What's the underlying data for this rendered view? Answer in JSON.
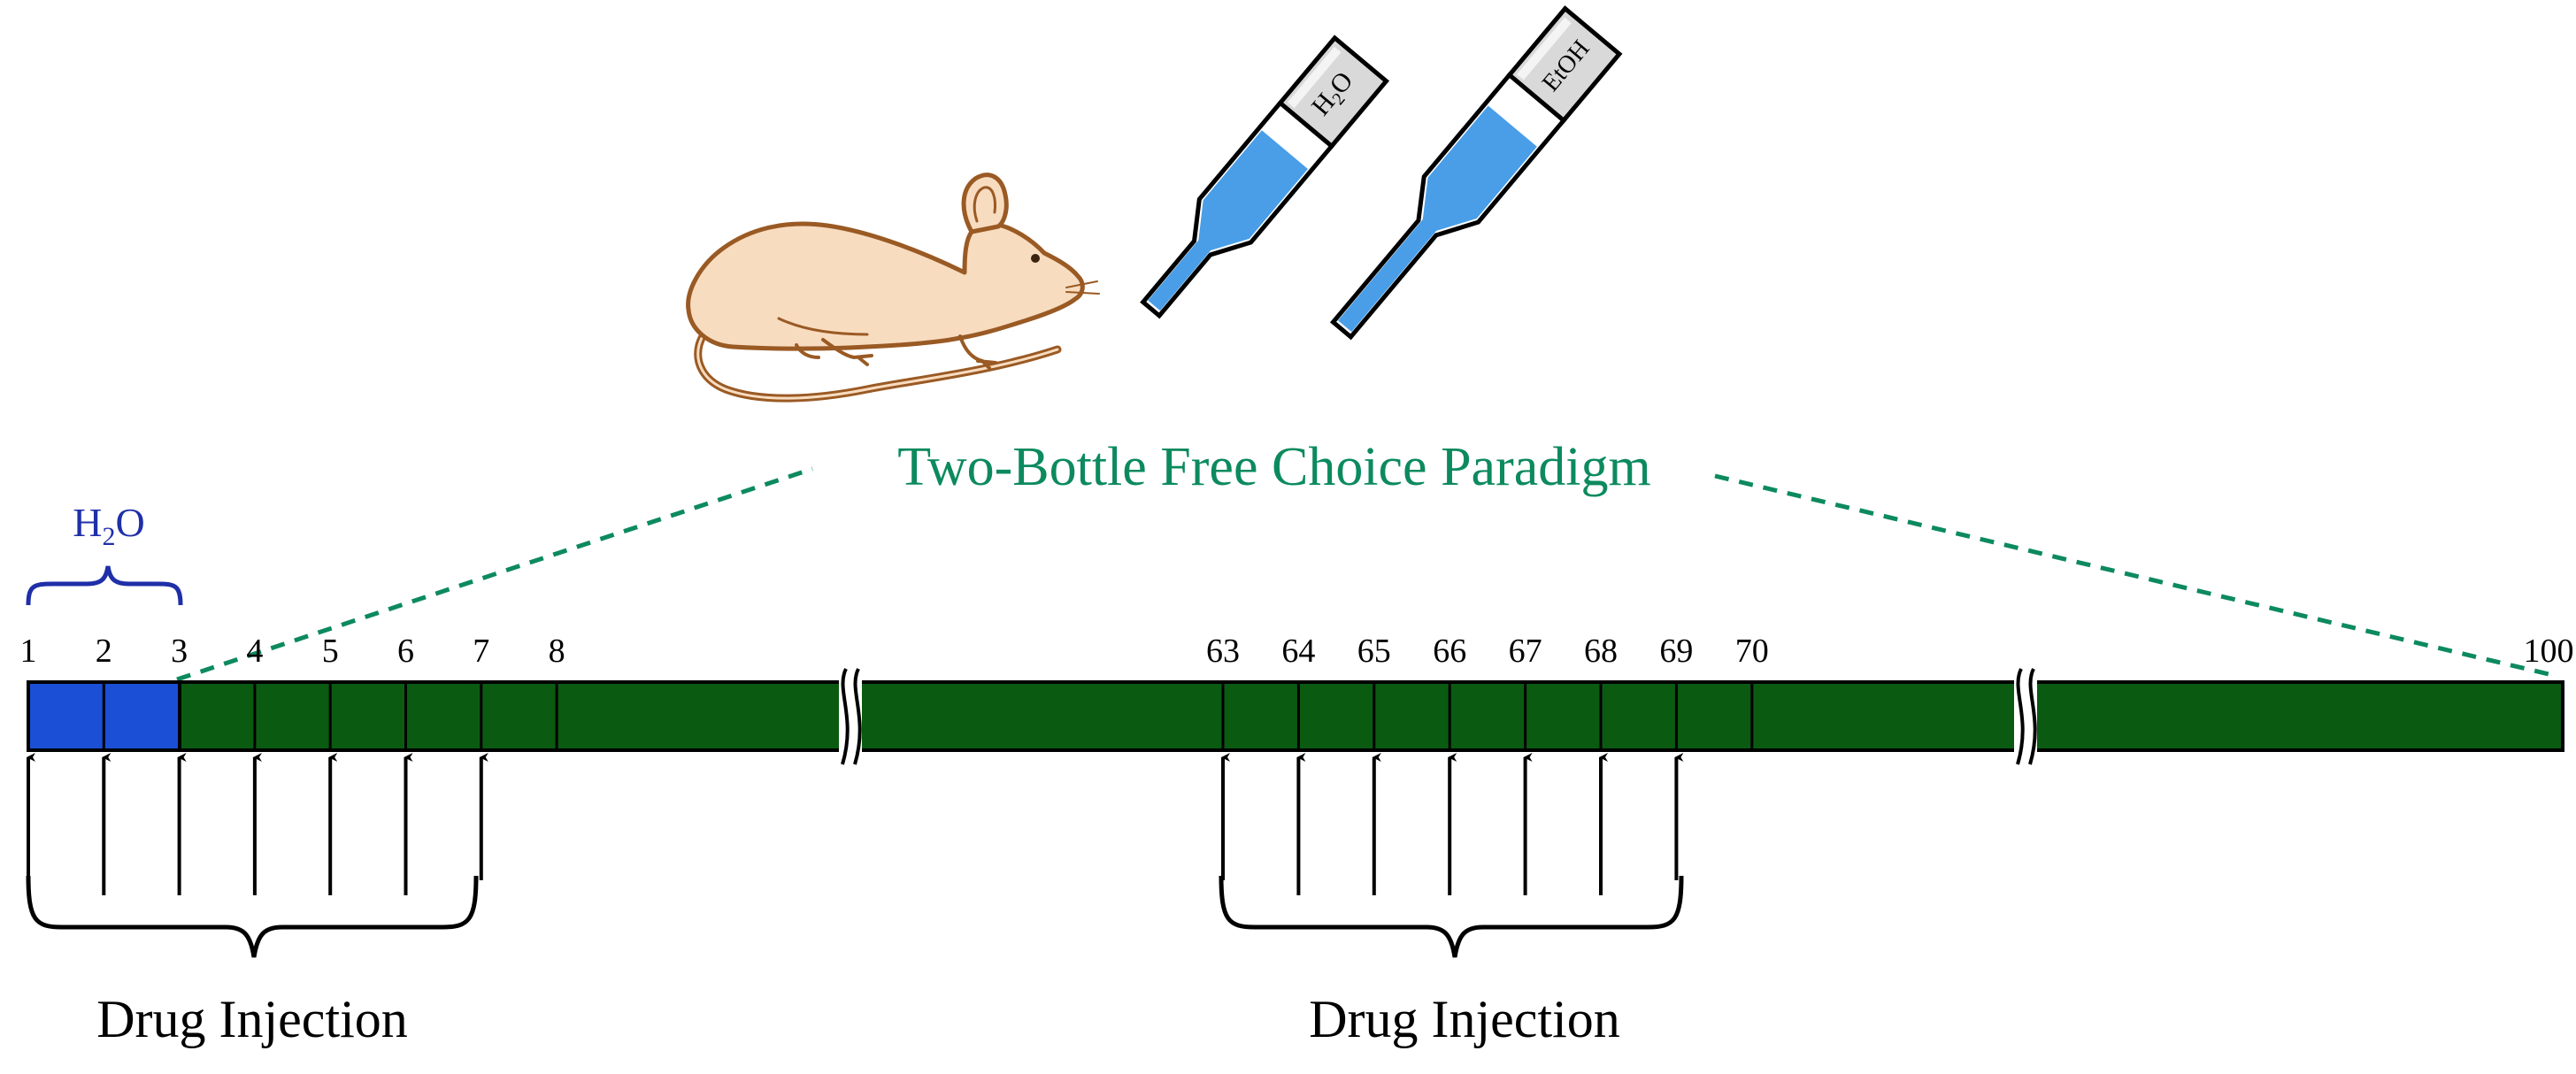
{
  "title": "Two-Bottle Free Choice Paradigm",
  "water_label": {
    "main": "H",
    "sub": "2",
    "end": "O"
  },
  "bottles": [
    {
      "label_main": "H",
      "label_sub": "2",
      "label_end": "O"
    },
    {
      "label_main": "EtOH",
      "label_sub": "",
      "label_end": ""
    }
  ],
  "day_labels": [
    "1",
    "2",
    "3",
    "4",
    "5",
    "6",
    "7",
    "8",
    "63",
    "64",
    "65",
    "66",
    "67",
    "68",
    "69",
    "70",
    "100"
  ],
  "injection_groups": [
    {
      "label": "Drug Injection",
      "days": [
        "1",
        "2",
        "3",
        "4",
        "5",
        "6",
        "7"
      ]
    },
    {
      "label": "Drug Injection",
      "days": [
        "63",
        "64",
        "65",
        "66",
        "67",
        "68",
        "69"
      ]
    }
  ],
  "colors": {
    "water_phase": "#1a4fd6",
    "choice_phase": "#0a5a12",
    "title_text": "#0c8a5e",
    "water_text": "#1f2fa8",
    "bottle_liquid": "#4a9ee8",
    "rat_body": "#f8dcc0",
    "rat_outline": "#9a5a24"
  },
  "icons": [
    "rat-icon",
    "water-bottle-icon",
    "ethanol-bottle-icon",
    "axis-break-icon",
    "injection-arrow-icon"
  ]
}
